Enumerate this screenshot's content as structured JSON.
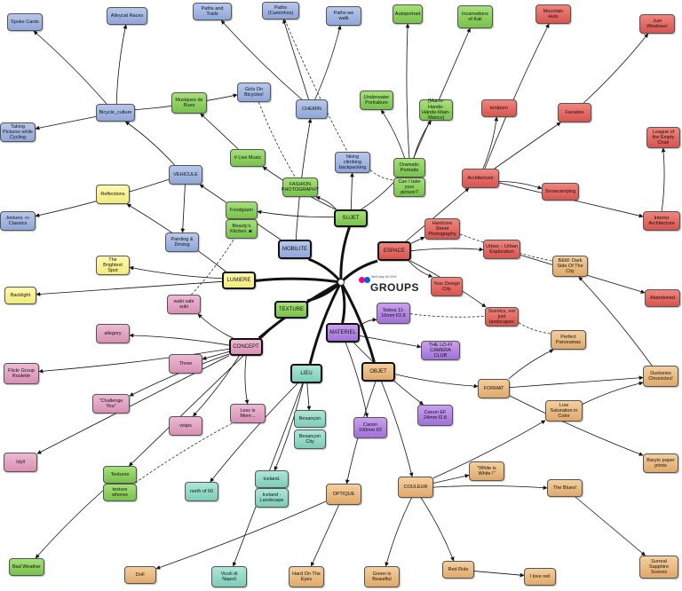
{
  "title": "GROUPS",
  "date": "Wed May 06 2009",
  "colors": {
    "blue": "#9db2e0",
    "green": "#85cc57",
    "red": "#e0625c",
    "yellow": "#f6f08c",
    "pink": "#e2a2c2",
    "purple": "#b084e2",
    "teal": "#8fd8c4",
    "tan": "#e8b87e"
  },
  "main": {
    "sujet": "SUJET",
    "mobilite": "MOBILITE",
    "espace": "ESPACE",
    "lumiere": "LUMIERE",
    "texture": "TEXTURE",
    "concept": "CONCEPT",
    "materiel": "MATERIEL",
    "lieu": "LIEU",
    "objet": "OBJET"
  },
  "nodes": {
    "spoke_cards": "Spoke Cards",
    "alleycat_races": "Alleycat Races",
    "paths_trails": "Paths and Trails",
    "paths_caminhos": "Paths (Caminhos)",
    "paths_we_walk": "Paths we walk",
    "autoportrait": "Autoportrait",
    "incarnations_kali": "Incarnations of Kali",
    "mountain_huts": "Mountain Huts",
    "just_windows": "Just Windows!",
    "taking_pictures_cycling": "Taking Pictures while Cycling",
    "bicycle_culture": "Bicycle_culture",
    "girls_bicycles": "Girls On Bicycles!",
    "musiques_rues": "Musiques de Rues",
    "chemin": "CHEMIN",
    "underwater": "Underwater Portraiture",
    "mains_hande": "[Mains-Hande-Hände-Main-Mancs]",
    "tentporn": "tentporn",
    "facades": "Facades",
    "league_empty_chair": "League of the Empty Chair",
    "vehicule": "VEHICULE",
    "live_music": "# Live Music",
    "hiking": "hiking climbing backpacking",
    "dramatic_portraits": "Dramatic Portraits",
    "architecture": "Architecture",
    "fashion": "FASHION PHOTOGRAPHY",
    "can_i_take": "Can I take your picture?",
    "snowcamping": "Snowcamping",
    "reflections": "Reflections",
    "foodgasm": "Foodgasm",
    "beauty_kitchen": "Beauty's Kitchen ☻",
    "interior_arch": "Interior Architecture",
    "jonkers": "Jonkers -n- Classics",
    "painting_driving": "Painting & Driving",
    "hardcore_street": "Hardcore Street Photography",
    "urban_exploration": "Urbex :: Urban Exploration",
    "brightest_spot": "The Brightest Spot",
    "bw_dark_side": "B&W: Dark Side Of The City",
    "your_design_city": "Your Design City",
    "backlight": "Backlight",
    "wabi_sabi": "wabi sabi suki",
    "abandoned": "Abandoned",
    "scenics": "Scenics, not just landscapes",
    "tokina": "Tokina 11-16mm f/2.8",
    "allegory": "allegory",
    "perfect_panoramas": "Perfect Panoramas",
    "lofi_camera": "THE LO-FI CAMERA CLUB",
    "flickr_roulette": "Flickr Group Roulette",
    "three": "Three",
    "format": "FORMAT",
    "duotones": "Duotones Chronicles!",
    "challenge_you": "\"Challenge You\"",
    "less_is_more": "Less is More...",
    "besancon": "Besançon",
    "besancon_city": "Besançon City",
    "canon_ef": "Canon EF 24mm f2.8",
    "low_saturation": "Low Saturation in Color",
    "visips": "visips",
    "canon_100": "Canon 100mm f/2",
    "idyll": "Idyll",
    "textures": "Textures",
    "texture_whores": "texture whores",
    "white_is_white": "\"White is White !\"",
    "baryta": "Baryto paper prints",
    "north_60": "north of 60",
    "iceland": "Iceland.",
    "iceland_landscape": "Iceland - Landscape",
    "couleur": "COULEUR",
    "the_blues": "The Blues!",
    "optique": "OPTIQUE",
    "bad_weather": "Bad Weather",
    "surreal_sapphire": "Surreal Sapphire Scenes",
    "dof": "DoF",
    "vicoli_napoli": "Vicoli di Napoli",
    "hard_on_eyes": "Hard On The Eyes",
    "green_beautiful": "Green is Beautiful",
    "red_rule": "Red Rule",
    "i_love_red": "I love red"
  }
}
